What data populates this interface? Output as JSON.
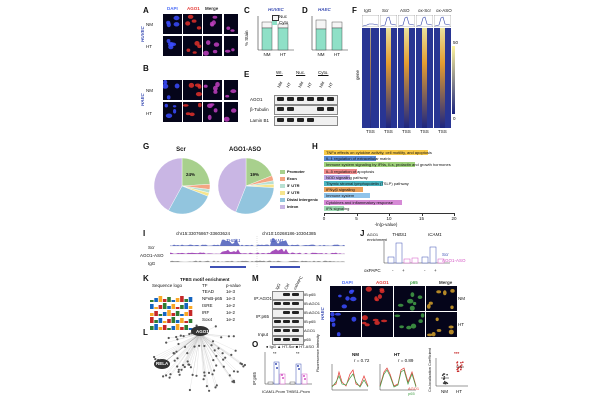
{
  "panel_labels": {
    "A": "A",
    "B": "B",
    "C": "C",
    "D": "D",
    "E": "E",
    "F": "F",
    "G": "G",
    "H": "H",
    "I": "I",
    "J": "J",
    "K": "K",
    "L": "L",
    "M": "M",
    "N": "N",
    "O": "O"
  },
  "panel_a": {
    "side_label": "HUVEC",
    "cols": [
      "DAPI",
      "AGO1",
      "Merge"
    ],
    "rows": [
      "NM",
      "HT"
    ]
  },
  "panel_b": {
    "side_label": "HAEC",
    "rows": [
      "NM",
      "HT"
    ]
  },
  "panel_c": {
    "title": "HUVEC",
    "ylabel": "% Stain",
    "legend": [
      "Nuc",
      "Cyto"
    ],
    "categories": [
      "NM",
      "HT"
    ]
  },
  "panel_d": {
    "title": "HAEC",
    "categories": [
      "NM",
      "HT"
    ]
  },
  "panel_e": {
    "groups": [
      "WI.",
      "Nuc.",
      "Cyto."
    ],
    "lanes": [
      "NM",
      "HT"
    ],
    "rows": [
      "AGO1",
      "β-Tubulin",
      "Lamin B1"
    ]
  },
  "panel_f": {
    "cols": [
      "IgG",
      "Scr",
      "ASO",
      "ox-Scr",
      "ox-ASO"
    ],
    "tss": "TSS",
    "ylabel": "gene",
    "scale_top": "50",
    "scale_bottom": "0"
  },
  "panel_g": {
    "titles": [
      "Scr",
      "AGO1-ASO"
    ],
    "pct_left": "24%",
    "pct_right": "19%",
    "legend": [
      "Promoter",
      "Exon",
      "5' UTR",
      "3' UTR",
      "Distal Intergenic",
      "Intron"
    ],
    "colors": [
      "#a8d08d",
      "#f4a582",
      "#b8e0d2",
      "#f6e58d",
      "#92c5de",
      "#c9b6e4"
    ]
  },
  "panel_h": {
    "terms": [
      "TNFα effects on cytokine activity, cell motility, and apoptosis",
      "IL-1 regulation of extracellular matrix",
      "Immune system signaling by IFNs, ILs, prolactin and growth hormones",
      "IL-5 regulation of apoptosis",
      "NOD signaling pathway",
      "Thymic stromal lymphopoietin (TSLP) pathway",
      "IFNγ/β signaling",
      "Immune system",
      "Cytokines and inflammatory response",
      "IFN signaling"
    ],
    "values": [
      16,
      8,
      14,
      5,
      4,
      9,
      6,
      7,
      12,
      3
    ],
    "colors": [
      "#f7c948",
      "#5b8bd6",
      "#9fd27b",
      "#f08a8a",
      "#b9a3e3",
      "#4bb5c1",
      "#e8a05a",
      "#8fc3ea",
      "#d68ad6",
      "#9edcb3"
    ],
    "xlabel": "-ln(p-value)",
    "ticks": [
      "0",
      "5",
      "10",
      "15",
      "20"
    ]
  },
  "panel_i": {
    "loc1": "chr15:33076867-33603624",
    "loc2": "chr10:10268186-10304385",
    "gene1": "THBS1",
    "gene2": "ICAM1",
    "tracks": [
      "Scr",
      "AGO1-ASO",
      "IgG"
    ]
  },
  "panel_j": {
    "ylabel": "AGO1 enrichment",
    "genes": [
      "THBS1",
      "ICAM1"
    ],
    "legend": [
      "Scr",
      "AGO1-ASO"
    ],
    "xrow": "oxPAPC",
    "signs": [
      "-",
      "+",
      "-",
      "+"
    ]
  },
  "panel_k": {
    "title": "TFBS motif enrichment",
    "headers": [
      "Sequence logo",
      "TF",
      "p-value"
    ],
    "rows": [
      {
        "tf": "TEAD",
        "p": "1e-3"
      },
      {
        "tf": "NFκB-p65",
        "p": "1e-3"
      },
      {
        "tf": "ISRE",
        "p": "1e-2"
      },
      {
        "tf": "IRF",
        "p": "1e-2"
      },
      {
        "tf": "Sox4",
        "p": "1e-2"
      }
    ]
  },
  "panel_l": {
    "hub1": "AGO1",
    "hub2": "RELA"
  },
  "panel_m": {
    "cols": [
      "IgG",
      "Ctrl",
      "oxPAPC"
    ],
    "rows": [
      "IP:AGO1",
      "IP:p65",
      "Input"
    ],
    "labels": [
      "IB:p65",
      "IB:AGO1",
      "IB:AGO1",
      "IB:p65",
      "AGO1",
      "p65"
    ]
  },
  "panel_n": {
    "cols": [
      "DAPI",
      "AGO1",
      "p65",
      "Merge"
    ],
    "side": "HAEC",
    "rows": [
      "NM",
      "HT"
    ],
    "plot_titles": [
      "NM",
      "HT"
    ],
    "r1": "r = 0.72",
    "r2": "r = 0.89",
    "ylabel": "Fluorescence intensity",
    "legend": [
      "AGO1",
      "p65"
    ],
    "corr_ylabel": "Co-localization Coefficient",
    "corr_x": [
      "NM",
      "HT"
    ],
    "sig": "***"
  },
  "panel_o": {
    "legend": "● IgG ▲ HT-Scr ■ HT-ASO",
    "ylabel": "IP:p65",
    "genes": [
      "ICAM1-Prom",
      "THBS1-Prom"
    ],
    "sig": [
      "**",
      "**"
    ]
  }
}
